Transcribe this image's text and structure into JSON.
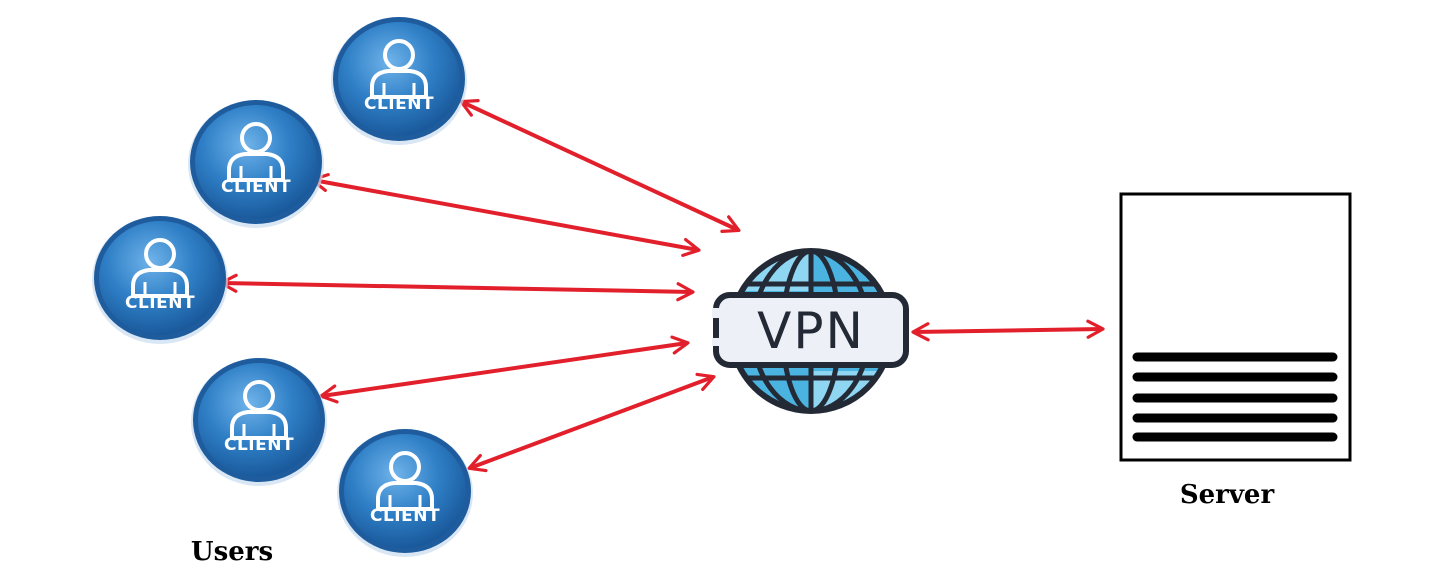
{
  "clients": [
    {
      "label": "CLIENT"
    },
    {
      "label": "CLIENT"
    },
    {
      "label": "CLIENT"
    },
    {
      "label": "CLIENT"
    },
    {
      "label": "CLIENT"
    }
  ],
  "vpn": {
    "label": "VPN",
    "icon": "globe-icon"
  },
  "server": {
    "caption": "Server",
    "icon": "server-document-icon"
  },
  "users": {
    "caption": "Users"
  },
  "colors": {
    "arrow": "#e2202c",
    "client_fill": "#2f7fc6",
    "client_ring": "#1e5c9e",
    "globe_fill": "#4ab3e0",
    "globe_light": "#8fd6f2",
    "outline": "#232a36",
    "server_lines": "#000000"
  }
}
